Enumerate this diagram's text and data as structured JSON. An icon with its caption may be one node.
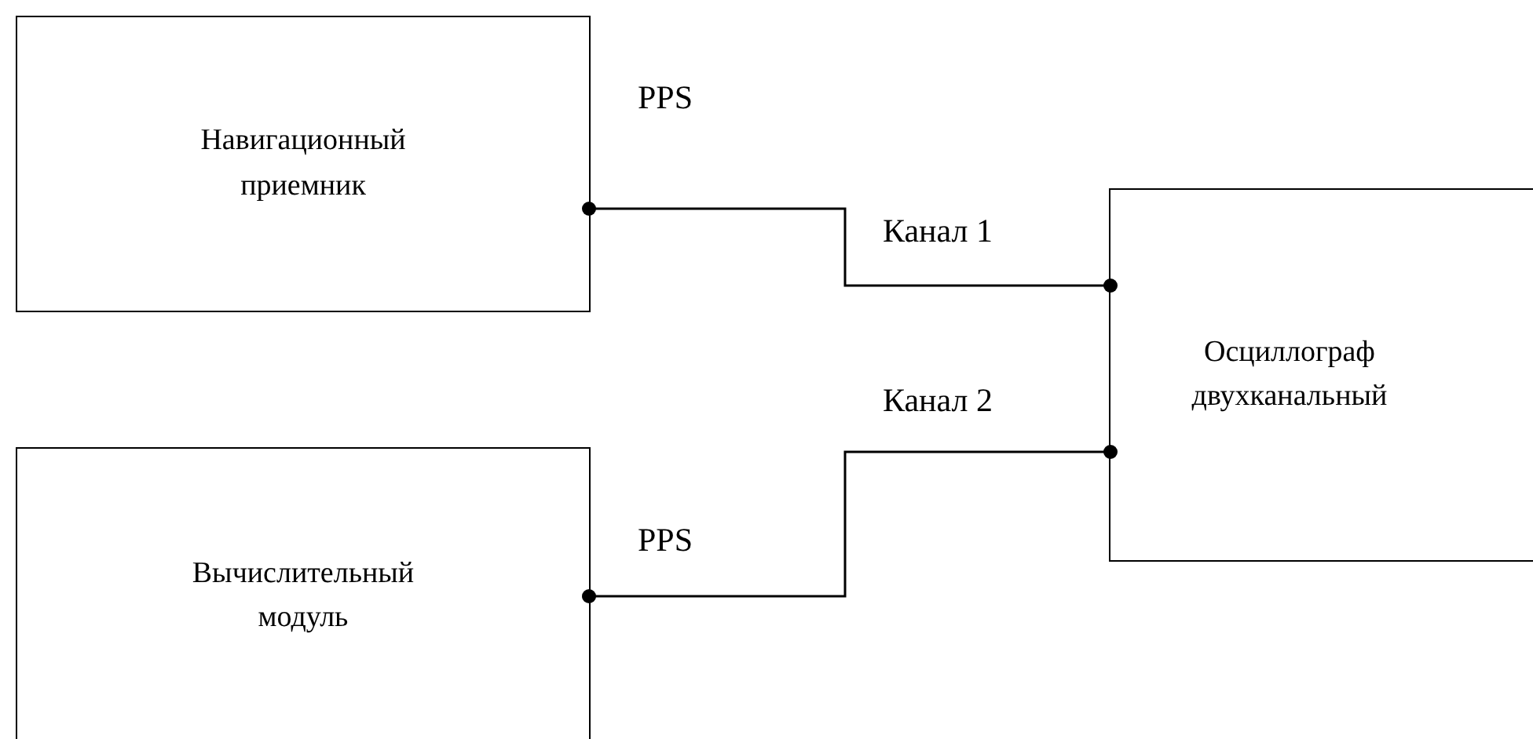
{
  "diagram": {
    "nodes": [
      {
        "text": [
          "Навигационный приемник"
        ]
      },
      {
        "text": [
          "Вычислительный модуль"
        ]
      },
      {
        "text": [
          "Осциллограф двухканальный"
        ]
      }
    ],
    "edges": [
      {
        "from": 0,
        "to": 2,
        "arrow": "other",
        "label": "PPS"
      },
      {
        "from": 1,
        "to": 2,
        "arrow": "other",
        "label": "PPS"
      }
    ],
    "labels": [
      "Канал 1",
      "Канал 2"
    ]
  }
}
